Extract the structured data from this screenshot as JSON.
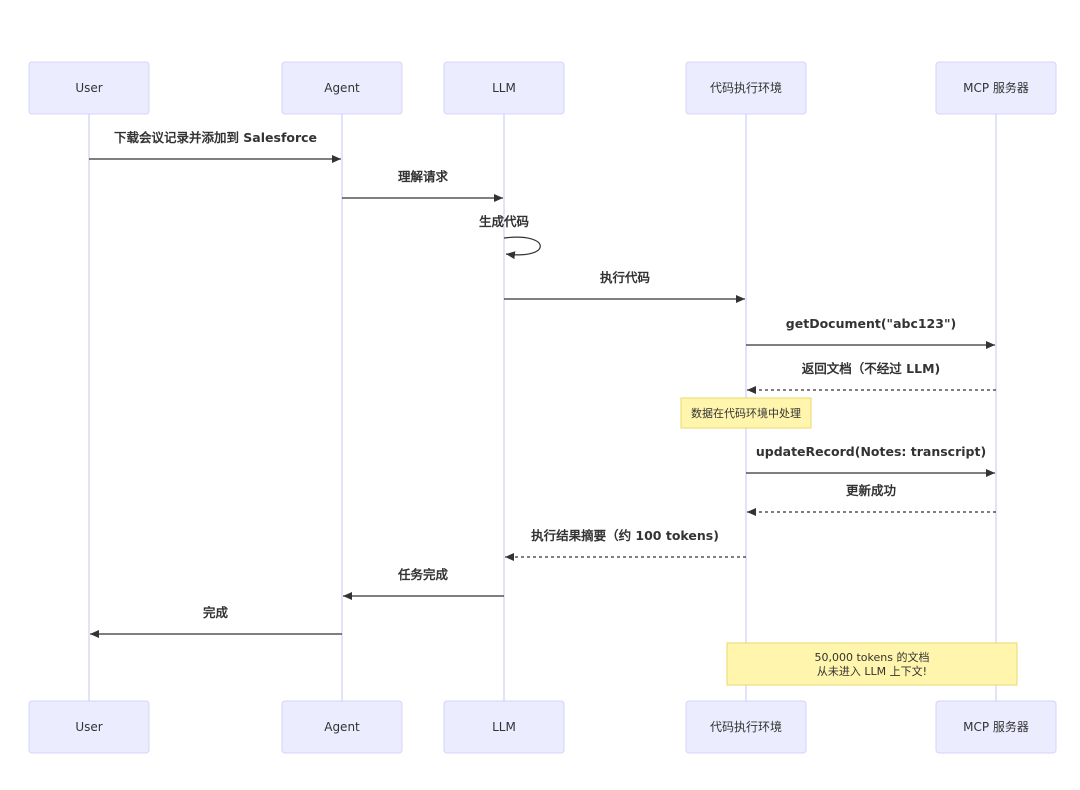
{
  "participants": [
    {
      "id": "user",
      "label": "User"
    },
    {
      "id": "agent",
      "label": "Agent"
    },
    {
      "id": "llm",
      "label": "LLM"
    },
    {
      "id": "exec",
      "label": "代码执行环境"
    },
    {
      "id": "mcp",
      "label": "MCP 服务器"
    }
  ],
  "messages": [
    {
      "from": "user",
      "to": "agent",
      "label": "下载会议记录并添加到 Salesforce",
      "style": "solid"
    },
    {
      "from": "agent",
      "to": "llm",
      "label": "理解请求",
      "style": "solid"
    },
    {
      "from": "llm",
      "to": "llm",
      "label": "生成代码",
      "style": "solid"
    },
    {
      "from": "llm",
      "to": "exec",
      "label": "执行代码",
      "style": "solid"
    },
    {
      "from": "exec",
      "to": "mcp",
      "label": "getDocument(\"abc123\")",
      "style": "solid"
    },
    {
      "from": "mcp",
      "to": "exec",
      "label": "返回文档（不经过 LLM)",
      "style": "dashed"
    },
    {
      "from": "exec",
      "to": "mcp",
      "label": "updateRecord(Notes: transcript)",
      "style": "solid"
    },
    {
      "from": "mcp",
      "to": "exec",
      "label": "更新成功",
      "style": "dashed"
    },
    {
      "from": "exec",
      "to": "llm",
      "label": "执行结果摘要（约 100 tokens)",
      "style": "dashed"
    },
    {
      "from": "llm",
      "to": "agent",
      "label": "任务完成",
      "style": "solid"
    },
    {
      "from": "agent",
      "to": "user",
      "label": "完成",
      "style": "solid"
    }
  ],
  "notes": [
    {
      "over": [
        "exec"
      ],
      "lines": [
        "数据在代码环境中处理"
      ]
    },
    {
      "over": [
        "exec",
        "mcp"
      ],
      "lines": [
        "50,000 tokens 的文档",
        "从未进入 LLM 上下文!"
      ]
    }
  ],
  "colors": {
    "actor_fill": "#ECECFF",
    "actor_border": "#D4D4FA",
    "lifeline": "#CFCFF3",
    "note_fill": "#FFF5AD",
    "note_border": "#E8D96A",
    "text": "#333333"
  }
}
